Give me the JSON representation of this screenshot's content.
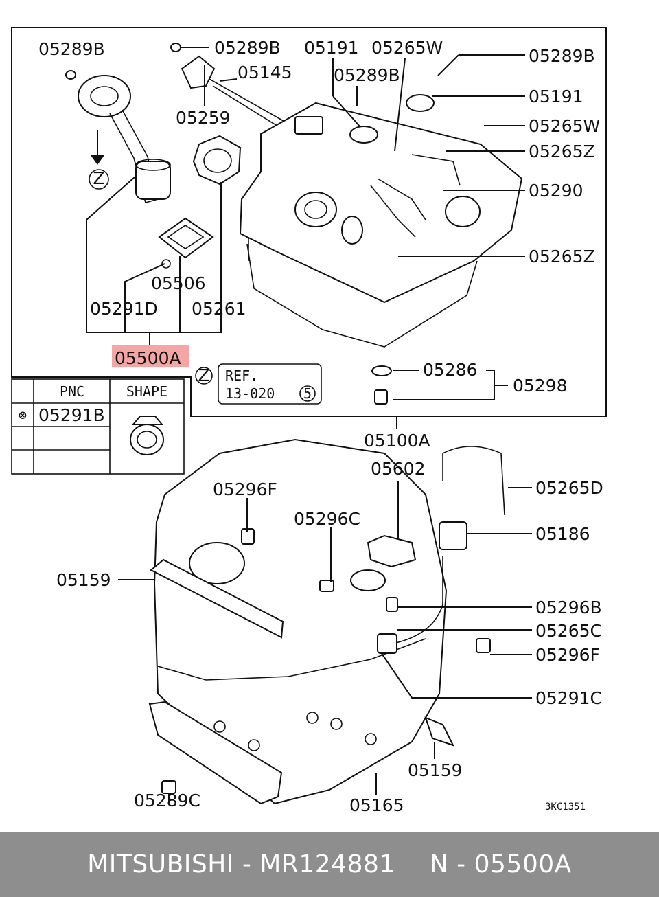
{
  "labels": {
    "l1": "05289B",
    "l2": "05289B",
    "l3": "05191",
    "l4": "05265W",
    "l5": "05289B",
    "l6": "05145",
    "l7": "05289B",
    "l8": "05191",
    "l9": "05265W",
    "l10": "05259",
    "l11": "05265Z",
    "l12": "05290",
    "l13": "05265Z",
    "l14": "05506",
    "l15": "05291D",
    "l16": "05261",
    "l17": "05500A",
    "l18": "05286",
    "l19": "05298",
    "l20": "05100A",
    "l21": "05602",
    "l22": "05265D",
    "l23": "05296F",
    "l24": "05296C",
    "l25": "05186",
    "l26": "05159",
    "l27": "05296B",
    "l28": "05265C",
    "l29": "05296F",
    "l30": "05291C",
    "l31": "05159",
    "l32": "05289C",
    "l33": "05165"
  },
  "ref": {
    "marker": "Z",
    "line1": "REF.",
    "line2": "13-020",
    "page": "5"
  },
  "z_marker": "Z",
  "diagram_code": "3KC1351",
  "table": {
    "headers": [
      "PNC",
      "SHAPE"
    ],
    "rows": [
      {
        "symbol": "⊗",
        "pnc": "05291B"
      }
    ]
  },
  "footer": {
    "part_info": "MITSUBISHI - MR124881",
    "pnc_info": "N - 05500A"
  },
  "highlight_color": "#f4a6a6"
}
